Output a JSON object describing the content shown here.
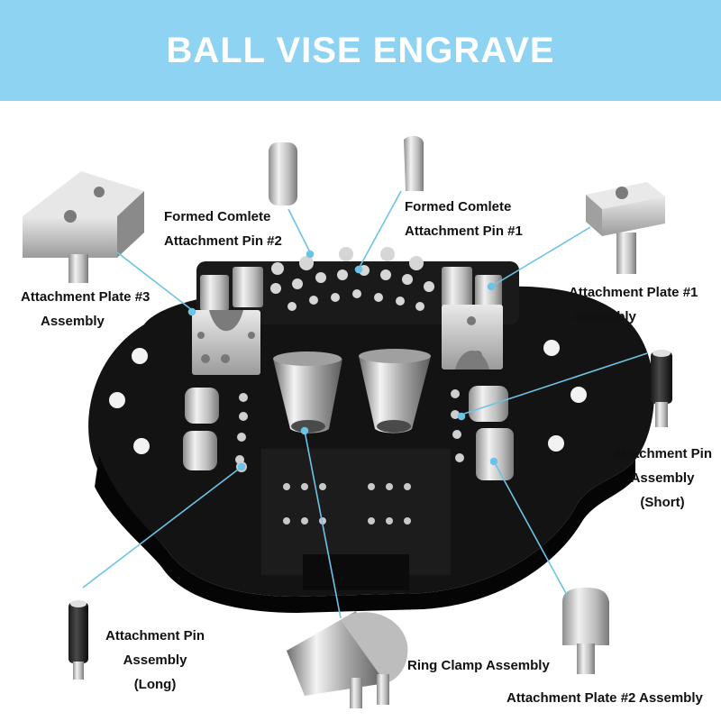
{
  "title": "BALL VISE ENGRAVE",
  "colors": {
    "banner": "#8ed3f2",
    "base": "#121212",
    "metal": "#c9c9c9",
    "leader": "#6cc3e8"
  },
  "labels": {
    "pin2": [
      "Formed Comlete",
      "Attachment Pin #2"
    ],
    "pin1": [
      "Formed Comlete",
      "Attachment Pin #1"
    ],
    "plate3": [
      "Attachment Plate #3",
      "Assembly"
    ],
    "plate1": [
      "Attachment Plate #1",
      "Assembly"
    ],
    "pin_short": [
      "Attachment Pin",
      "Assembly",
      "(Short)"
    ],
    "pin_long": [
      "Attachment Pin",
      "Assembly",
      "(Long)"
    ],
    "ring_clamp": "Ring Clamp Assembly",
    "plate2": "Attachment Plate #2 Assembly"
  }
}
